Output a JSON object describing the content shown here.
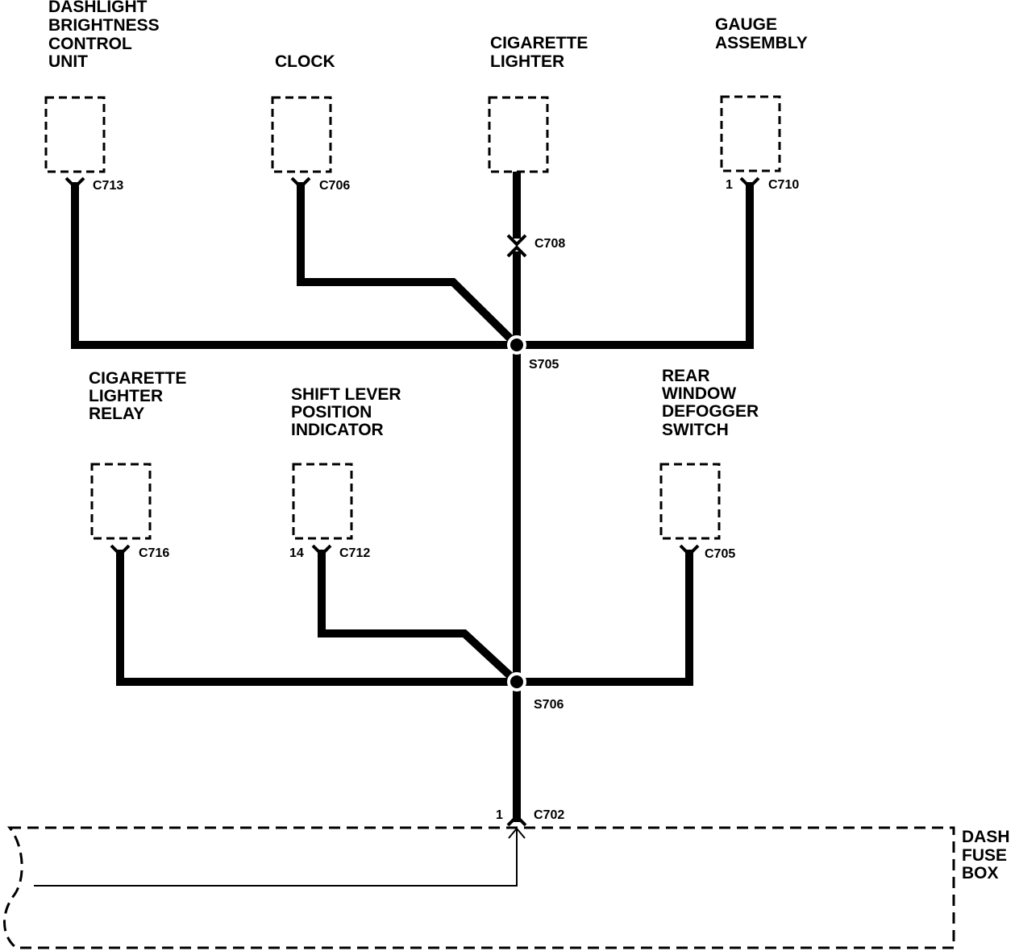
{
  "components": {
    "dashlight": [
      "DASHLIGHT",
      "BRIGHTNESS",
      "CONTROL",
      "UNIT"
    ],
    "clock": [
      "CLOCK"
    ],
    "lighter": [
      "CIGARETTE",
      "LIGHTER"
    ],
    "gauge": [
      "GAUGE",
      "ASSEMBLY"
    ],
    "relay": [
      "CIGARETTE",
      "LIGHTER",
      "RELAY"
    ],
    "shift": [
      "SHIFT LEVER",
      "POSITION",
      "INDICATOR"
    ],
    "defogger": [
      "REAR",
      "WINDOW",
      "DEFOGGER",
      "SWITCH"
    ],
    "fusebox": [
      "DASH",
      "FUSE",
      "BOX"
    ]
  },
  "connectors": {
    "c713": "C713",
    "c706": "C706",
    "c708": "C708",
    "c710": "C710",
    "c710_pin": "1",
    "c716": "C716",
    "c712": "C712",
    "c712_pin": "14",
    "c705": "C705",
    "c702": "C702",
    "c702_pin": "1"
  },
  "splices": {
    "s705": "S705",
    "s706": "S706"
  }
}
